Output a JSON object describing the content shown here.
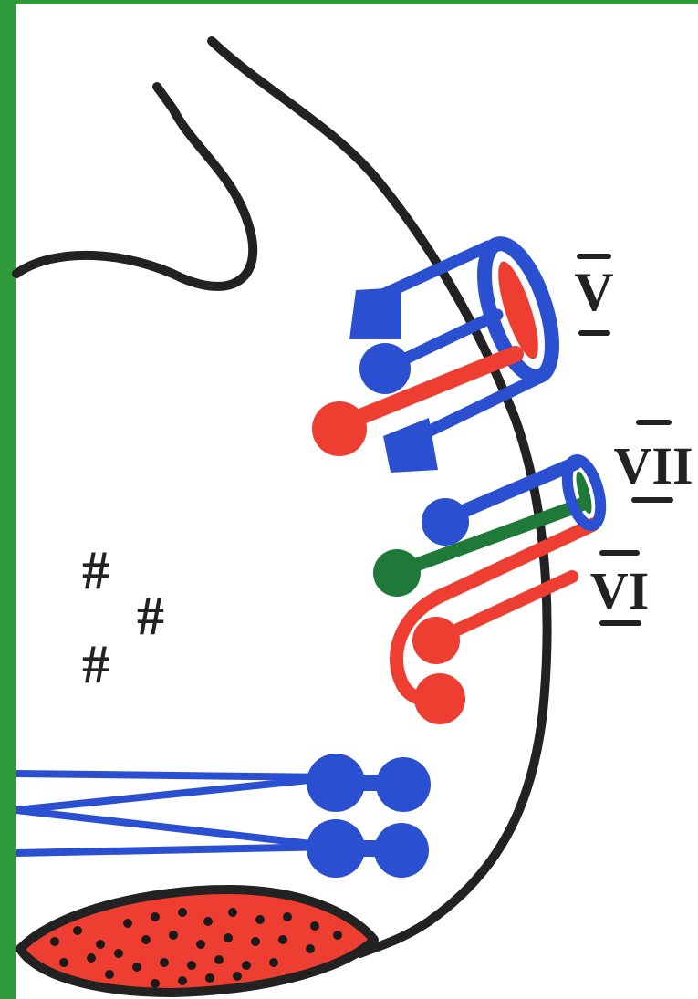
{
  "colors": {
    "frame": "#2f9a3a",
    "outline": "#222222",
    "motor": "#2a4fd0",
    "sensory": "#ee3e32",
    "visceral": "#1f7a3a",
    "nucleus_fill": "#ee3e32",
    "nucleus_dots": "#1a1a1a"
  },
  "labels": {
    "nerve_v": "V",
    "nerve_vii": "VII",
    "nerve_vi": "VI",
    "marks": [
      "#",
      "#",
      "#"
    ]
  }
}
